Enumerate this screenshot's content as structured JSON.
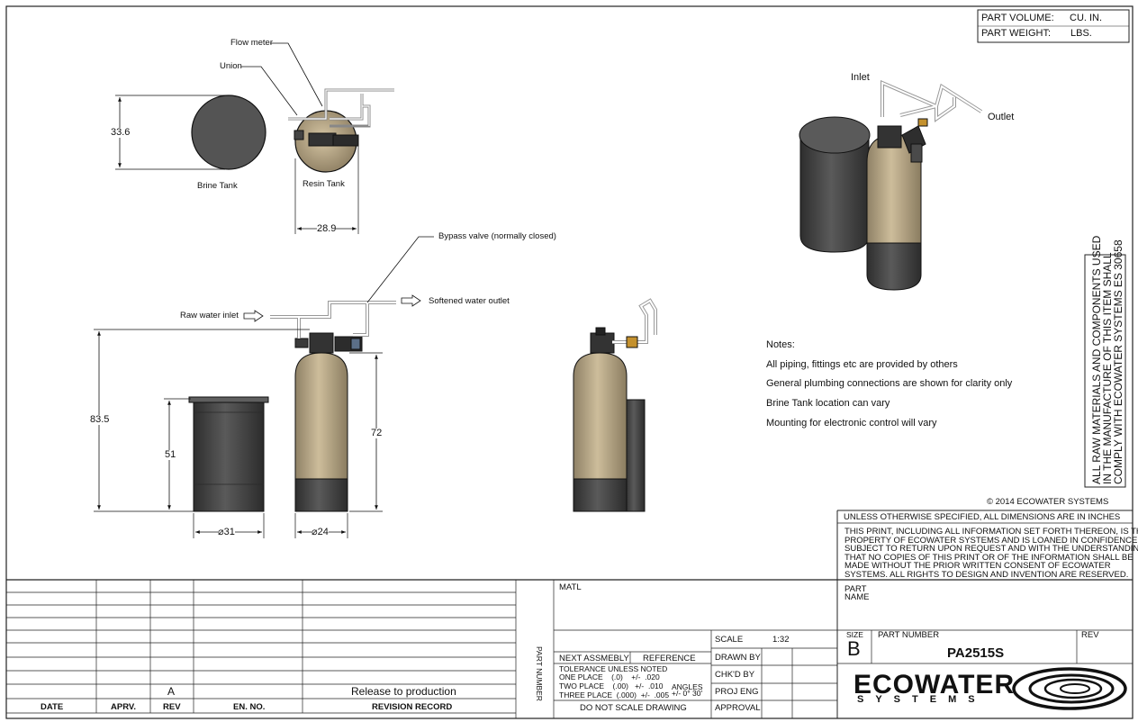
{
  "part_box": {
    "volume_label": "PART VOLUME:",
    "volume_unit": "CU. IN.",
    "weight_label": "PART WEIGHT:",
    "weight_unit": "LBS."
  },
  "top_view": {
    "flow_meter": "Flow meter",
    "union": "Union",
    "brine_tank": "Brine Tank",
    "resin_tank": "Resin Tank",
    "dim_height": "33.6",
    "dim_width": "28.9"
  },
  "front_view": {
    "bypass_valve": "Bypass valve (normally closed)",
    "raw_water_inlet": "Raw water inlet",
    "softened_water_outlet": "Softened water outlet",
    "dim_overall_height": "83.5",
    "dim_brine_height": "51",
    "dim_resin_height": "72",
    "dim_brine_dia": "⌀31",
    "dim_resin_dia": "⌀24"
  },
  "iso_view": {
    "inlet": "Inlet",
    "outlet": "Outlet"
  },
  "notes": {
    "heading": "Notes:",
    "items": [
      "All piping, fittings etc are provided by others",
      "General plumbing connections are shown for clarity only",
      "Brine Tank location can vary",
      "Mounting for electronic control will vary"
    ]
  },
  "side_note": {
    "line1": "ALL RAW MATERIALS AND COMPONENTS USED",
    "line2": "IN THE MANUFACTURE OF THIS ITEM SHALL",
    "line3": "COMPLY WITH ECOWATER SYSTEMS ES 30658"
  },
  "copyright": "© 2014 ECOWATER SYSTEMS",
  "title_block": {
    "dimensions_note": "UNLESS OTHERWISE SPECIFIED, ALL DIMENSIONS ARE IN INCHES",
    "confidential": "THIS PRINT, INCLUDING ALL INFORMATION SET FORTH THEREON, IS THE\nPROPERTY OF ECOWATER SYSTEMS AND IS LOANED IN CONFIDENCE\nSUBJECT TO RETURN UPON REQUEST AND WITH THE UNDERSTANDING\nTHAT NO COPIES OF THIS PRINT OR OF THE INFORMATION SHALL BE\nMADE WITHOUT THE PRIOR WRITTEN CONSENT OF ECOWATER\nSYSTEMS. ALL RIGHTS TO DESIGN AND INVENTION ARE RESERVED.",
    "matl": "MATL",
    "part_number_vertical": "PART NUMBER",
    "part_name": "PART\nNAME",
    "scale_label": "SCALE",
    "scale_value": "1:32",
    "drawn_by": "DRAWN BY",
    "chkd_by": "CHK'D BY",
    "proj_eng": "PROJ ENG",
    "approval": "APPROVAL",
    "next_assembly": "NEXT ASSMEBLY",
    "reference": "REFERENCE",
    "tolerance_heading": "TOLERANCE UNLESS NOTED",
    "one_place": "ONE PLACE    (.0)    +/-  .020",
    "two_place": "TWO PLACE    (.00)   +/-  .010",
    "three_place": "THREE PLACE  (.000)  +/-  .005",
    "angles": "ANGLES",
    "angles_value": "+/- 0° 30'",
    "do_not_scale": "DO NOT SCALE DRAWING",
    "size_label": "SIZE",
    "size_value": "B",
    "part_number_label": "PART NUMBER",
    "part_number_value": "PA2515S",
    "rev_label": "REV"
  },
  "revision_block": {
    "headers": [
      "DATE",
      "APRV.",
      "REV",
      "EN. NO.",
      "REVISION RECORD"
    ],
    "entry_rev": "A",
    "entry_record": "Release to production"
  },
  "logo": {
    "name": "ECOWATER",
    "sub": "SYSTEMS"
  },
  "colors": {
    "resin_tank": "#bfae8c",
    "tank_base": "#3f3f3f",
    "brine_tank": "#505050"
  }
}
